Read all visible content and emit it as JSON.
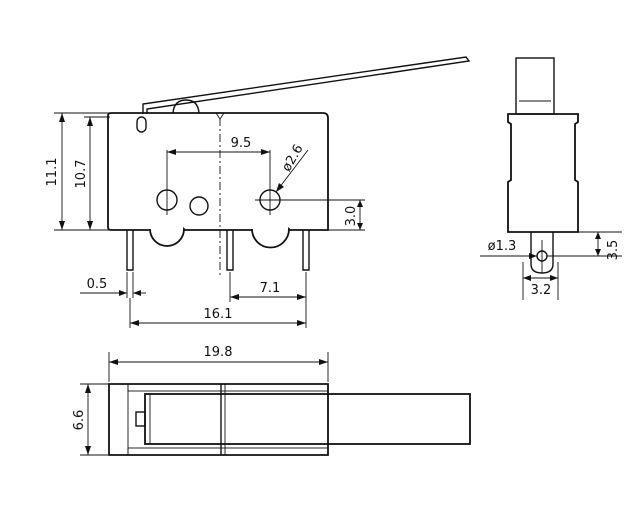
{
  "dimensions": {
    "height_total": "11.1",
    "height_body": "10.7",
    "hole_spacing": "9.5",
    "hole_diameter": "ø2.6",
    "hole_height": "3.0",
    "terminal_width": "0.5",
    "terminal_spacing": "7.1",
    "terminal_span": "16.1",
    "terminal_hole_diameter": "ø1.3",
    "terminal_hole_height": "3.5",
    "side_width": "3.2",
    "body_length": "19.8",
    "body_depth": "6.6"
  }
}
